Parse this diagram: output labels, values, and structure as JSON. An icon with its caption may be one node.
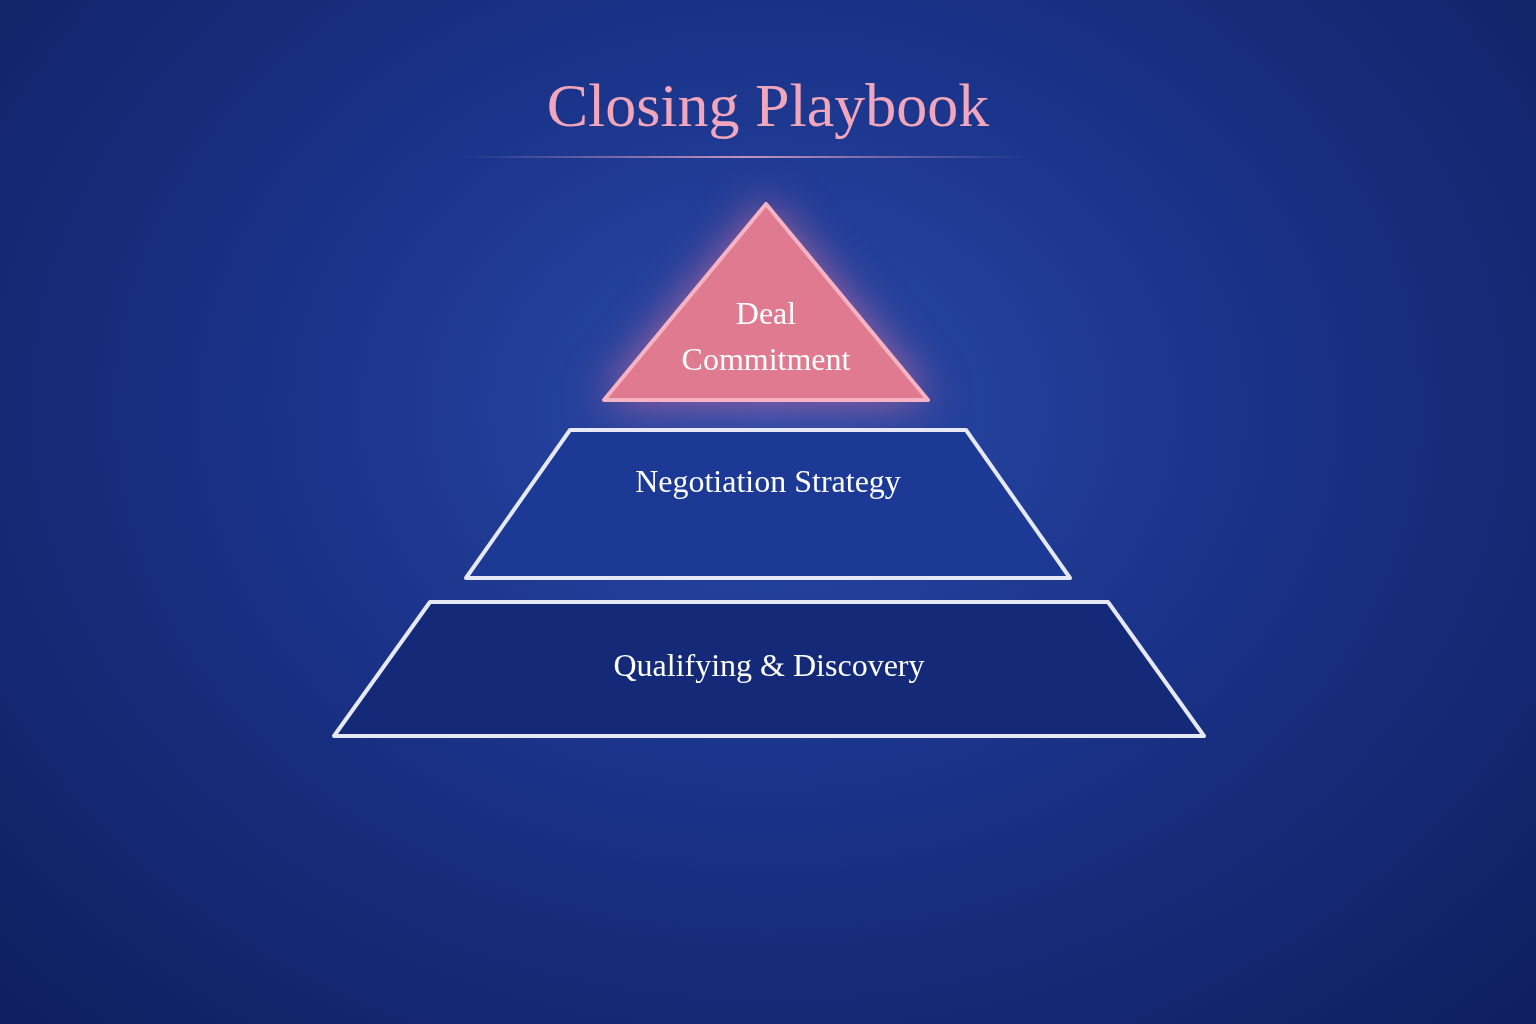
{
  "diagram": {
    "title": "Closing Playbook",
    "nodes": [
      {
        "text": [
          "Deal Commitment"
        ]
      },
      {
        "text": [
          "Negotiation Strategy"
        ]
      },
      {
        "text": [
          "Qualifying & Discovery"
        ]
      }
    ]
  }
}
